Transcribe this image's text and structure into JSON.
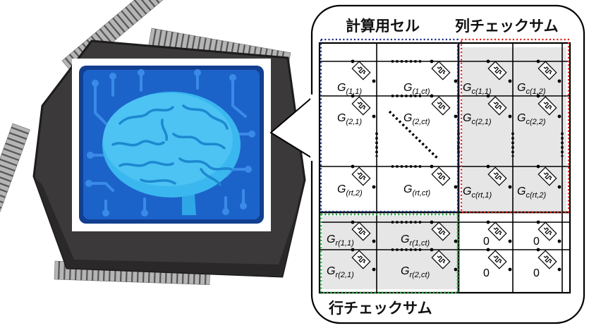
{
  "labels": {
    "compute_cells": "計算用セル",
    "column_checksum": "列チェックサム",
    "row_checksum": "行チェックサム"
  },
  "cells": {
    "g_1_1": {
      "main": "G",
      "sub": "(1,1)"
    },
    "g_1_ct": {
      "main": "G",
      "sub": "(1,ct)"
    },
    "gc_1_1": {
      "main": "G",
      "sub": "c(1,1)"
    },
    "gc_1_2": {
      "main": "G",
      "sub": "c(1,2)"
    },
    "g_2_1": {
      "main": "G",
      "sub": "(2,1)"
    },
    "g_2_ct": {
      "main": "G",
      "sub": "(2,ct)"
    },
    "gc_2_1": {
      "main": "G",
      "sub": "c(2,1)"
    },
    "gc_2_2": {
      "main": "G",
      "sub": "c(2,2)"
    },
    "g_rt_2": {
      "main": "G",
      "sub": "(rt,2)"
    },
    "g_rt_ct": {
      "main": "G",
      "sub": "(rt,ct)"
    },
    "gc_rt_1": {
      "main": "G",
      "sub": "c(rt,1)"
    },
    "gc_rt_2": {
      "main": "G",
      "sub": "c(rt,2)"
    },
    "gr_1_1": {
      "main": "G",
      "sub": "r(1,1)"
    },
    "gr_1_ct": {
      "main": "G",
      "sub": "r(1,ct)"
    },
    "gr_2_1": {
      "main": "G",
      "sub": "r(2,1)"
    },
    "gr_2_ct": {
      "main": "G",
      "sub": "r(2,ct)"
    }
  },
  "zero_value": "0",
  "colors": {
    "compute_box": "#1f2e8a",
    "column_box": "#e0241c",
    "row_box": "#2ea84a",
    "checksum_fill": "#e8e8e8",
    "chip_body": "#3c3a3b",
    "chip_pins": "#9a9a9a",
    "brain_bg": "#1c63c9",
    "brain": "#35b5ee"
  }
}
